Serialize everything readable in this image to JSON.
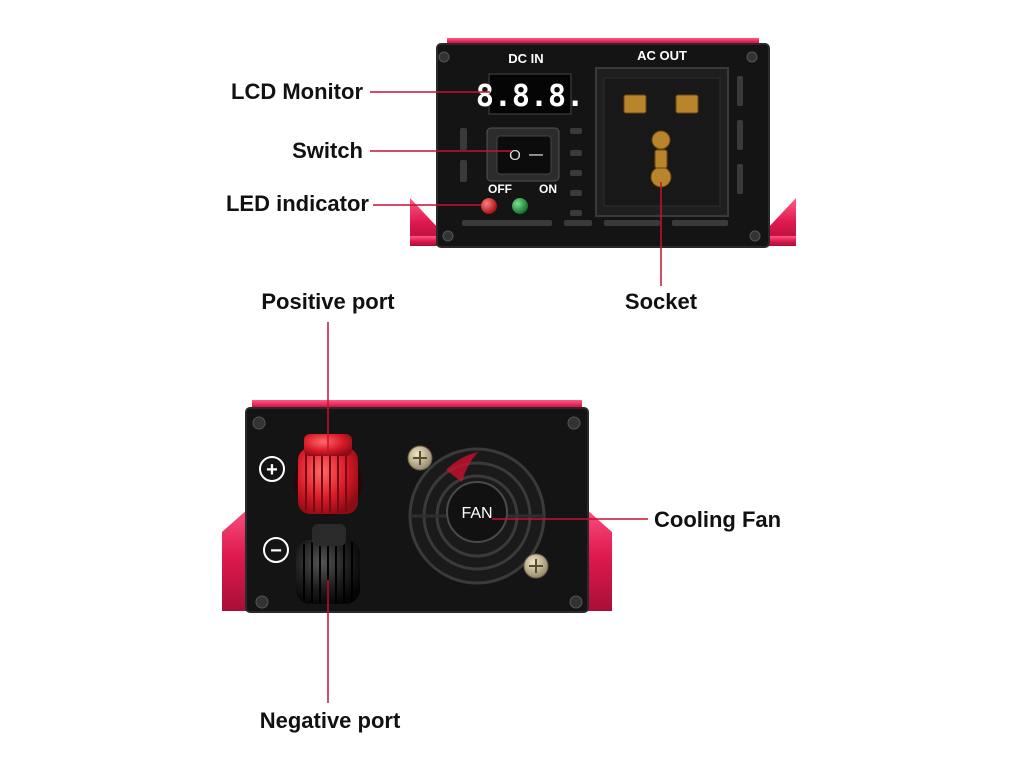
{
  "front_panel": {
    "dc_in_label": "DC IN",
    "ac_out_label": "AC OUT",
    "lcd_readout": "8.8.8.",
    "switch_on_symbol": "|",
    "switch_off_symbol": "O",
    "off_label": "OFF",
    "on_label": "ON"
  },
  "rear_panel": {
    "fan_label": "FAN",
    "positive_symbol": "+",
    "negative_symbol": "−"
  },
  "callouts": {
    "lcd_monitor": "LCD Monitor",
    "switch": "Switch",
    "led_indicator": "LED indicator",
    "socket": "Socket",
    "positive_port": "Positive port",
    "cooling_fan": "Cooling Fan",
    "negative_port": "Negative port"
  },
  "colors": {
    "housing_red": "#e0194f",
    "panel_black": "#141414",
    "leader_line": "#c8102e",
    "led_red": "#d41414",
    "led_green": "#1a9a3a"
  }
}
